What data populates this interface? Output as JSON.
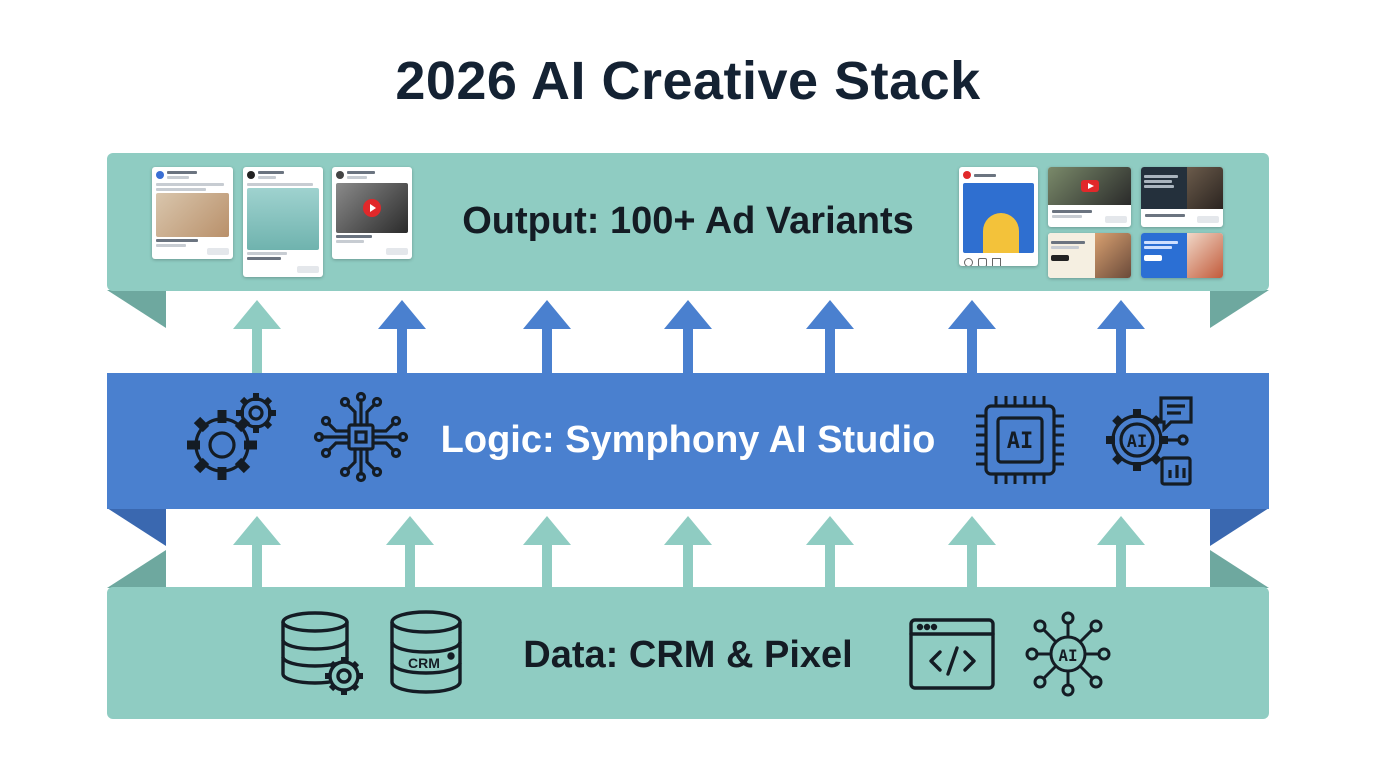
{
  "title": "2026 AI Creative Stack",
  "layers": {
    "output": "Output: 100+ Ad Variants",
    "logic": "Logic: Symphony AI Studio",
    "data": "Data: CRM & Pixel"
  },
  "icons": {
    "data": [
      "database-gear-icon",
      "database-crm-icon",
      "code-window-icon",
      "ai-network-icon"
    ],
    "data_crm_text": "CRM",
    "logic": [
      "gears-icon",
      "circuit-chip-icon",
      "ai-chip-icon",
      "ai-gear-chat-chart-icon"
    ],
    "logic_ai_text": "AI"
  },
  "colors": {
    "teal_band": "#8fccc2",
    "teal_fold": "#6ea89f",
    "blue_band": "#4a80cf",
    "blue_fold": "#3a68b0",
    "teal_arrow": "#8fccc2",
    "blue_arrow": "#4a80cf",
    "title_text": "#142233"
  }
}
